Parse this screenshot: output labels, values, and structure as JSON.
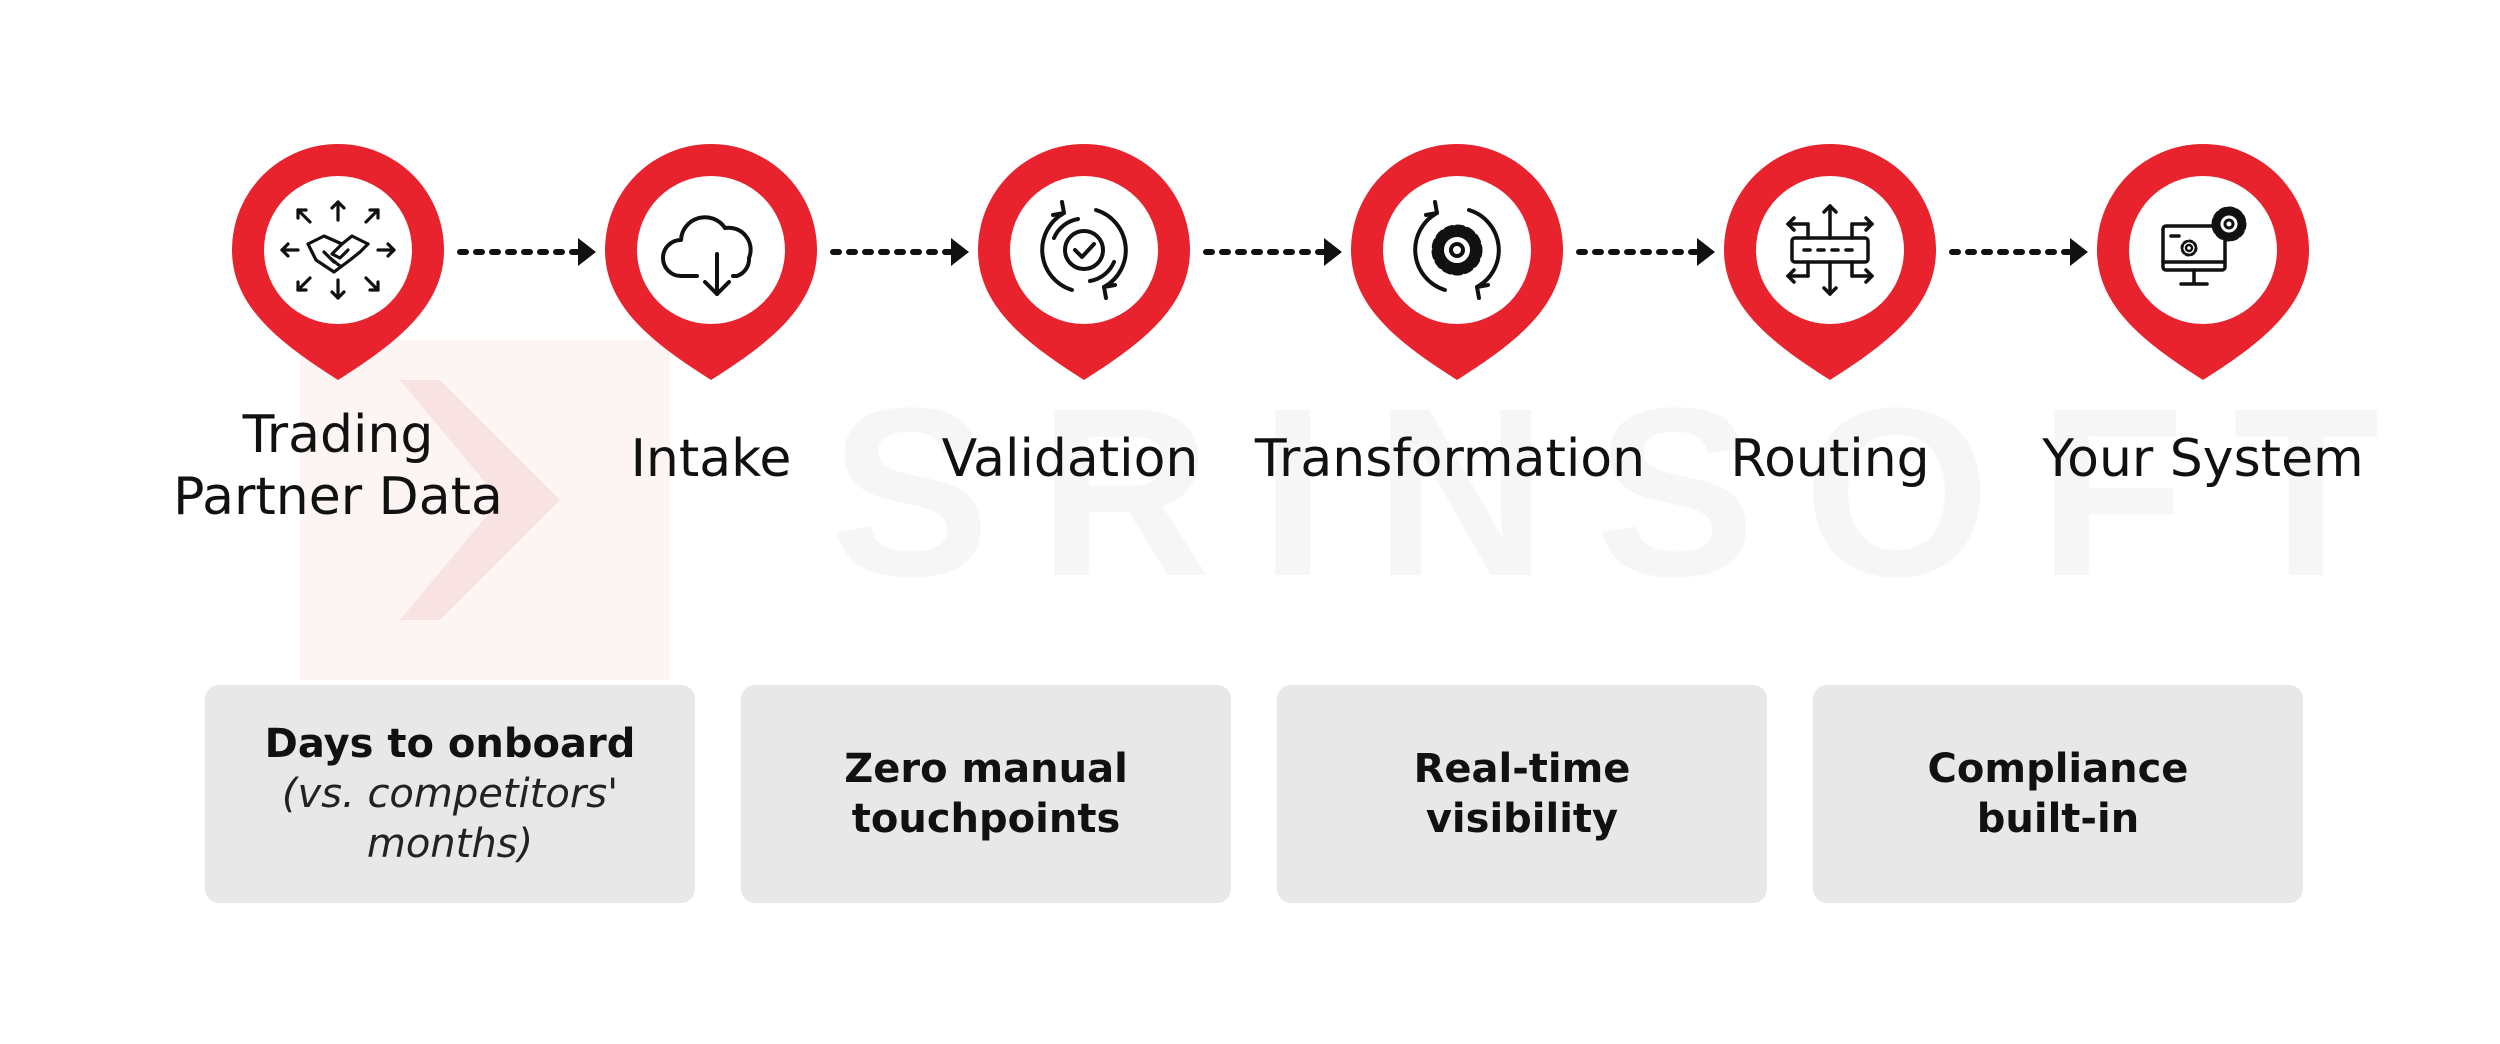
{
  "watermark": {
    "text": "SRINSOFT"
  },
  "colors": {
    "accent": "#e8232e",
    "card_bg": "#e8e8e8",
    "text": "#111111",
    "arrow": "#111111"
  },
  "steps": [
    {
      "label": "Trading\nPartner Data",
      "icon": "handshake-icon"
    },
    {
      "label": "Intake",
      "icon": "cloud-download-icon"
    },
    {
      "label": "Validation",
      "icon": "check-cycle-icon"
    },
    {
      "label": "Transformation",
      "icon": "gear-cycle-icon"
    },
    {
      "label": "Routing",
      "icon": "network-router-icon"
    },
    {
      "label": "Your System",
      "icon": "computer-gear-icon"
    }
  ],
  "benefits": [
    {
      "title": "Days to onboard",
      "note": "(vs. competitors'\nmonths)"
    },
    {
      "title": "Zero manual\ntouchpoints",
      "note": ""
    },
    {
      "title": "Real-time\nvisibility",
      "note": ""
    },
    {
      "title": "Compliance\nbuilt-in",
      "note": ""
    }
  ]
}
